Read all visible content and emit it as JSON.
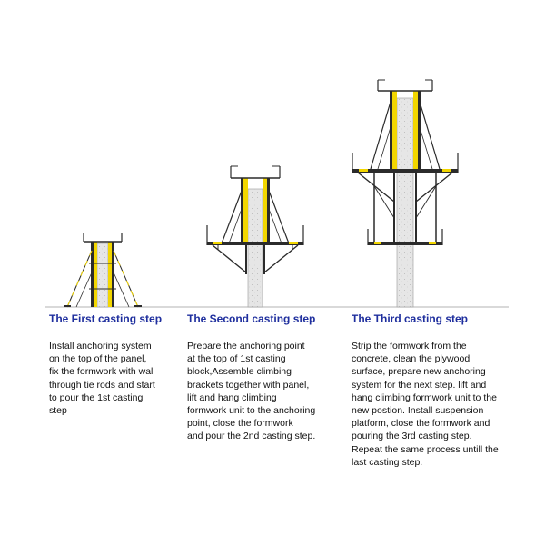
{
  "steps": [
    {
      "title": "The First casting step",
      "description": "Install anchoring system\non the top of the panel,\nfix the formwork with wall\nthrough tie rods and start\nto pour the 1st casting\nstep"
    },
    {
      "title": "The Second casting step",
      "description": "Prepare the anchoring point\nat the top of 1st casting\nblock,Assemble climbing\nbrackets together with panel,\nlift and hang  climbing\nformwork unit to the anchoring\npoint, close the formwork\nand pour the 2nd casting step."
    },
    {
      "title": "The Third casting step",
      "description": "Strip the formwork from the\nconcrete, clean the plywood\nsurface, prepare new anchoring\nsystem for the next step. lift and\nhang climbing formwork unit to the\nnew postion. Install suspension\nplatform, close the formwork and\npouring the 3rd casting step.\nRepeat the same process untill the\nlast casting step."
    }
  ],
  "colors": {
    "concrete": "#e4e4e4",
    "formwork": "#f2d600",
    "steel": "#2b2b2b",
    "title": "#1f2f9e",
    "baseline": "#9a9a9a"
  }
}
